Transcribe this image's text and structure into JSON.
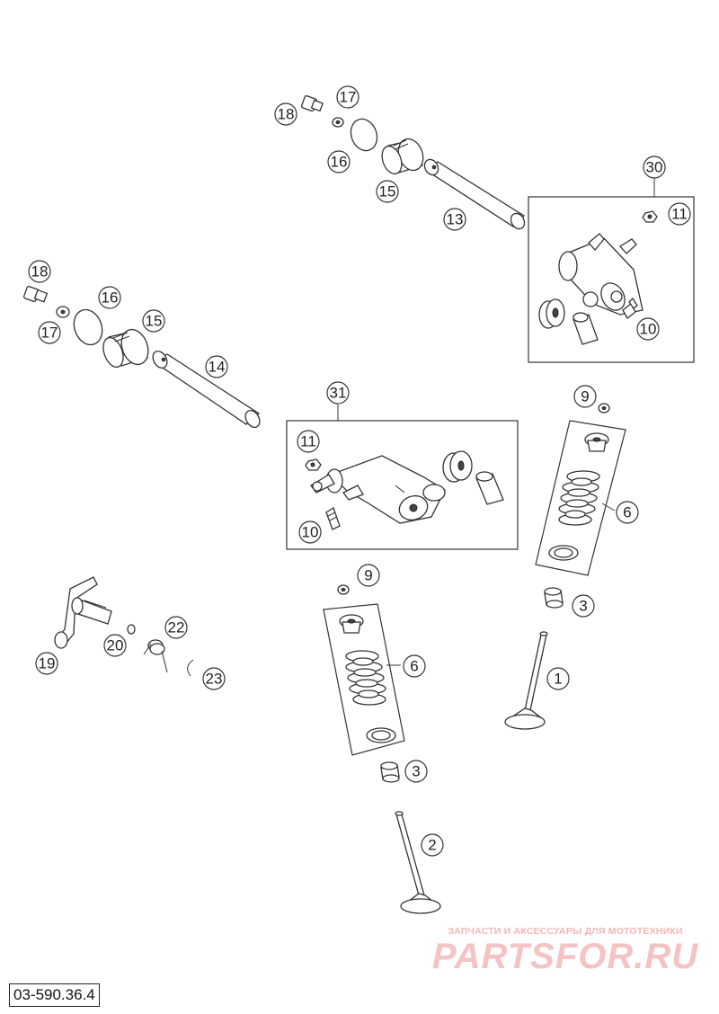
{
  "callouts": {
    "c1": "1",
    "c2": "2",
    "c3a": "3",
    "c3b": "3",
    "c6a": "6",
    "c6b": "6",
    "c9a": "9",
    "c9b": "9",
    "c10a": "10",
    "c10b": "10",
    "c11a": "11",
    "c11b": "11",
    "c13": "13",
    "c14": "14",
    "c15a": "15",
    "c15b": "15",
    "c16a": "16",
    "c16b": "16",
    "c17a": "17",
    "c17b": "17",
    "c18a": "18",
    "c18b": "18",
    "c19": "19",
    "c20": "20",
    "c22": "22",
    "c23": "23",
    "c30": "30",
    "c31": "31"
  },
  "watermark": {
    "caption": "ЗАПЧАСТИ И АКСЕССУАРЫ ДЛЯ МОТОТЕХНИКИ",
    "logo": "PARTSFOR.RU"
  },
  "drawing_number": "03-590.36.4"
}
